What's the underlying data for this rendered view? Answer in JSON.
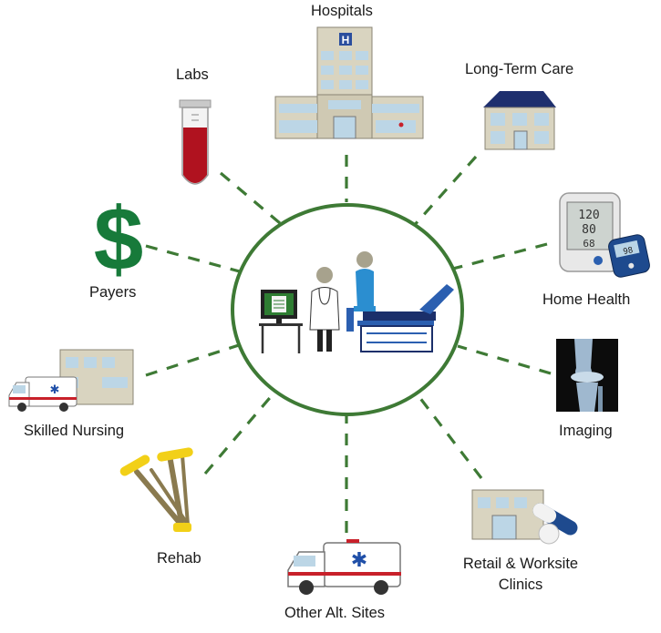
{
  "labels": {
    "hospitals": "Hospitals",
    "labs": "Labs",
    "long_term_care": "Long-Term Care",
    "payers": "Payers",
    "home_health": "Home Health",
    "skilled_nursing": "Skilled Nursing",
    "imaging": "Imaging",
    "rehab": "Rehab",
    "other_alt_sites": "Other Alt. Sites",
    "retail_line1": "Retail & Worksite",
    "retail_line2": "Clinics"
  },
  "icons": {
    "center": "doctor-patient-exam-icon",
    "hospitals": "hospital-building-icon",
    "labs": "test-tube-icon",
    "long_term_care": "care-home-building-icon",
    "payers": "dollar-sign-icon",
    "home_health": "blood-pressure-monitor-icon",
    "skilled_nursing": "ambulance-building-icon",
    "imaging": "knee-xray-icon",
    "rehab": "crutches-icon",
    "other_alt_sites": "ambulance-icon",
    "retail": "clinic-pills-icon"
  },
  "monitor_readings": [
    "120",
    "80",
    "68"
  ],
  "glucometer_reading": "98",
  "colors": {
    "connector": "#3e7a35",
    "ring": "#3e7a35",
    "dollar": "#177a3a",
    "blood": "#b0121f",
    "roof": "#1e2f6e",
    "ambulance_stripe": "#c8202a",
    "star_of_life": "#1f4fa8",
    "crutch_pad": "#f2d018",
    "exam_table": "#2b5fb0"
  }
}
